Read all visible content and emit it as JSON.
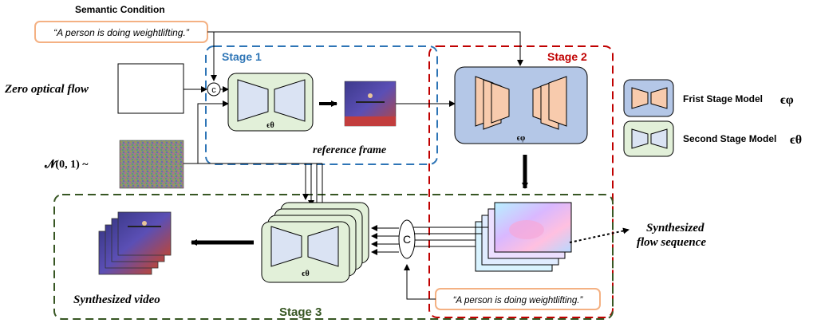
{
  "semantic_condition": "Semantic Condition",
  "prompt_text": "“A person is doing weightlifting.”",
  "zero_optical_flow": "Zero optical flow",
  "noise_label": "𝓝(0, 1) ~",
  "concat_small": "c",
  "concat_large": "C",
  "stage1": "Stage 1",
  "stage2": "Stage 2",
  "stage3": "Stage 3",
  "reference_frame": "reference frame",
  "synthesized_flow": [
    "Synthesized",
    "flow sequence"
  ],
  "synthesized_video": "Synthesized video",
  "eps_theta": "ϵθ",
  "eps_phi": "ϵφ",
  "legend": {
    "first": "Frist Stage Model",
    "second": "Second Stage Model",
    "first_symbol": "ϵφ",
    "second_symbol": "ϵθ"
  },
  "colors": {
    "stage1": "#2e75b6",
    "stage2": "#c00000",
    "stage3": "#375623",
    "prompt_border": "#f4b183",
    "orange": "#f8cbad",
    "blue_box": "#b4c7e7",
    "green_box": "#e2f0d9"
  }
}
